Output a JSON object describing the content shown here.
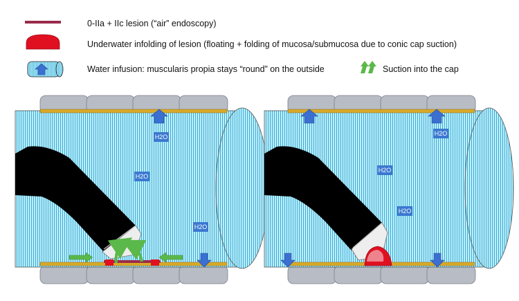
{
  "legend": {
    "lesion_air": "0-IIa + IIc  lesion (“air” endoscopy)",
    "underwater_infolding": "Underwater infolding of lesion (floating + folding of mucosa/submucosa due to conic cap suction)",
    "water_infusion": "Water infusion: muscularis propia stays “round” on the outside",
    "suction": "Suction into the cap"
  },
  "labels": {
    "water": "H2O"
  },
  "colors": {
    "water": "#bfe9f3",
    "stripe": "#2aa8d8",
    "muscle": "#d9a92a",
    "lesion_bar": "#9b2b4b",
    "lesion_fold": "#e01020",
    "arrow_blue": "#3b6fd0",
    "arrow_green": "#5bb84a",
    "fold_gray": "#b8bcc4",
    "endoscope": "#000000",
    "label_bg": "#3a78d0"
  },
  "icons": [
    "blue-up-arrow-icon",
    "blue-down-arrow-icon",
    "green-suction-arrow-icon",
    "endoscope-icon",
    "cylinder-icon"
  ]
}
